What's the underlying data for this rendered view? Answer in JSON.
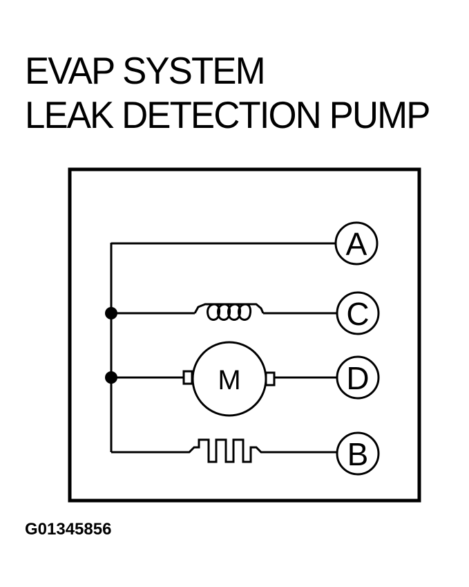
{
  "title": {
    "line1": "EVAP SYSTEM",
    "line2": "LEAK DETECTION PUMP"
  },
  "terminals": [
    "A",
    "C",
    "D",
    "B"
  ],
  "motor": {
    "label": "M"
  },
  "figure_id": "G01345856",
  "colors": {
    "ink": "#000000",
    "background": "#ffffff"
  }
}
